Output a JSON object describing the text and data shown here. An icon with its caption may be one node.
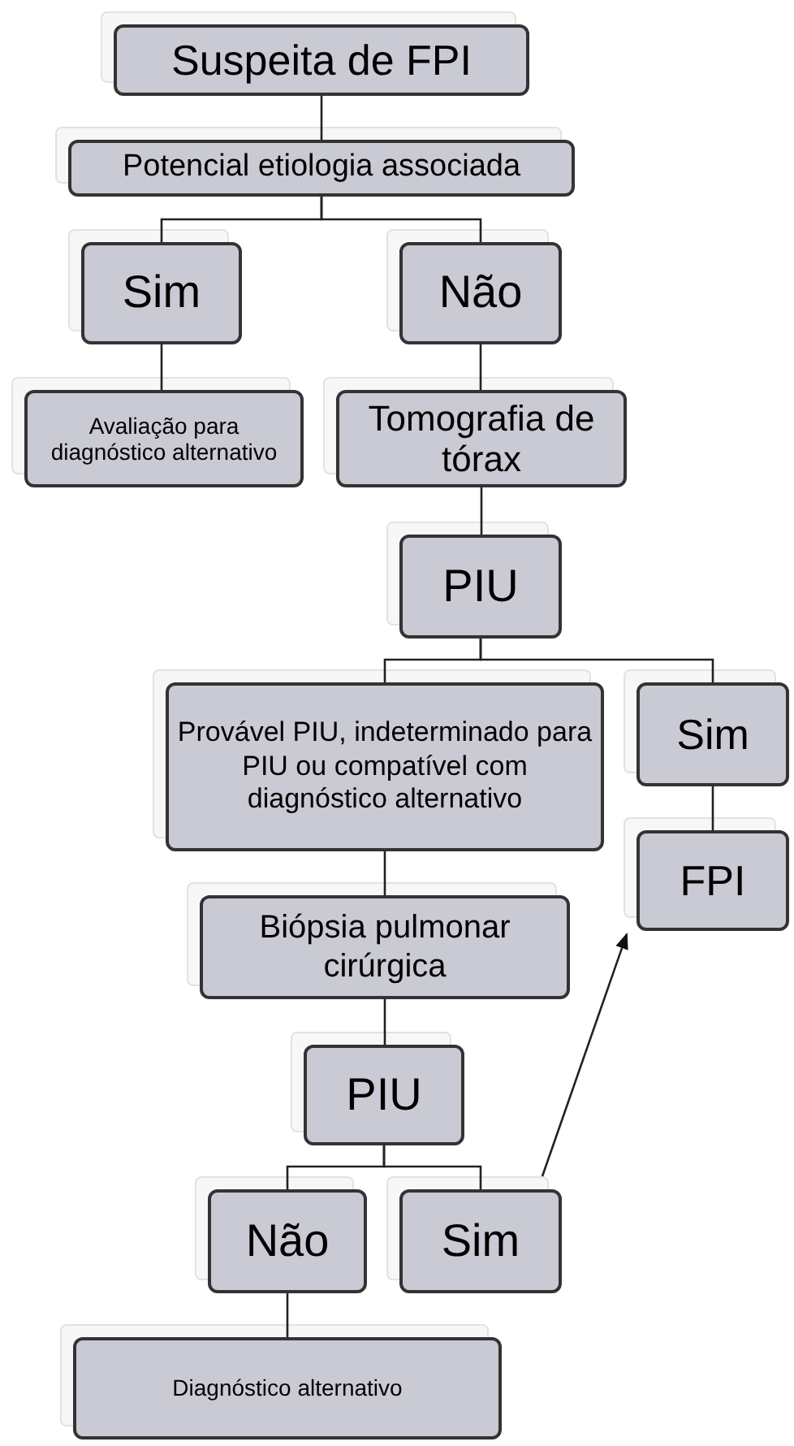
{
  "diagram": {
    "nodes": [
      {
        "text": [
          "Suspeita de FPI"
        ]
      },
      {
        "text": [
          "Potencial etiologia associada"
        ]
      },
      {
        "text": [
          "Sim"
        ]
      },
      {
        "text": [
          "Não"
        ]
      },
      {
        "text": [
          "Avaliação para diagnóstico alternativo"
        ]
      },
      {
        "text": [
          "Tomografia de tórax"
        ]
      },
      {
        "text": [
          "PIU"
        ]
      },
      {
        "text": [
          "Provável PIU, indeterminado para PIU ou compatível com diagnóstico alternativo"
        ]
      },
      {
        "text": [
          "Sim"
        ]
      },
      {
        "text": [
          "FPI"
        ]
      },
      {
        "text": [
          "Biópsia pulmonar cirúrgica"
        ]
      },
      {
        "text": [
          "PIU"
        ]
      },
      {
        "text": [
          "Não"
        ]
      },
      {
        "text": [
          "Sim"
        ]
      },
      {
        "text": [
          "Diagnóstico alternativo"
        ]
      }
    ],
    "edges": [
      {
        "from": 0,
        "to": 1,
        "arrow": "none"
      },
      {
        "from": 1,
        "to": 2,
        "arrow": "none"
      },
      {
        "from": 1,
        "to": 3,
        "arrow": "none"
      },
      {
        "from": 2,
        "to": 4,
        "arrow": "none"
      },
      {
        "from": 3,
        "to": 5,
        "arrow": "none"
      },
      {
        "from": 5,
        "to": 6,
        "arrow": "none"
      },
      {
        "from": 6,
        "to": 7,
        "arrow": "none"
      },
      {
        "from": 6,
        "to": 8,
        "arrow": "none"
      },
      {
        "from": 8,
        "to": 9,
        "arrow": "none"
      },
      {
        "from": 7,
        "to": 10,
        "arrow": "none"
      },
      {
        "from": 10,
        "to": 11,
        "arrow": "none"
      },
      {
        "from": 11,
        "to": 12,
        "arrow": "none"
      },
      {
        "from": 11,
        "to": 13,
        "arrow": "none"
      },
      {
        "from": 13,
        "to": 9,
        "arrow": "to"
      },
      {
        "from": 12,
        "to": 14,
        "arrow": "none"
      }
    ]
  }
}
